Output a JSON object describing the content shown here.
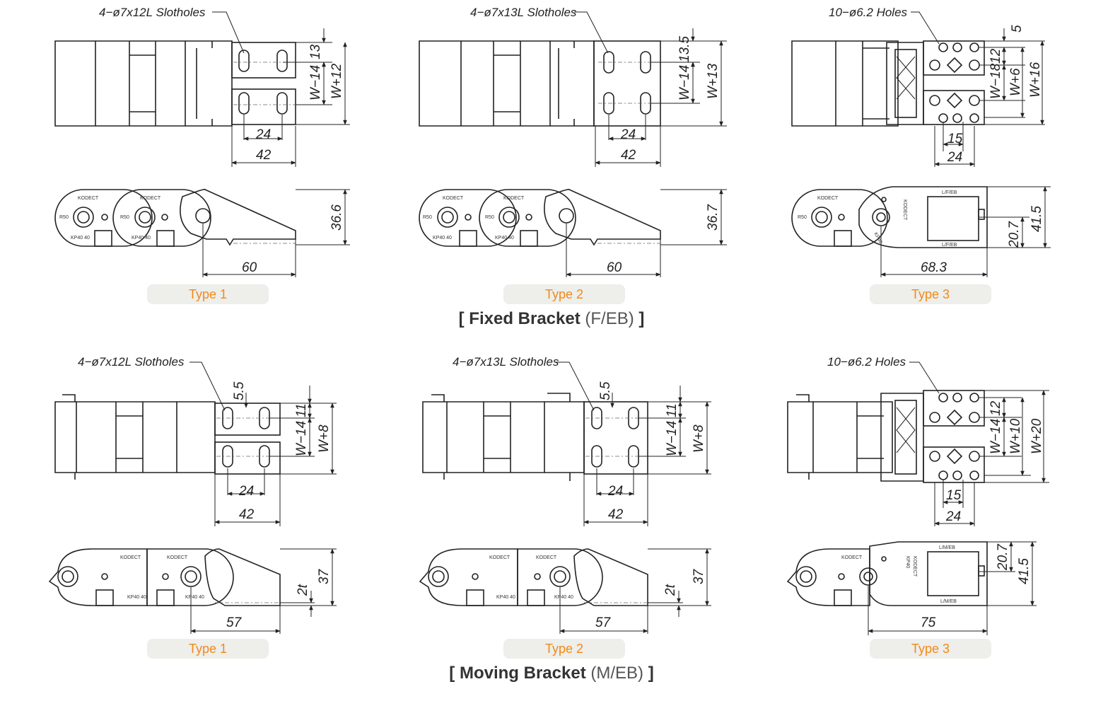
{
  "sections": {
    "fixed": {
      "bracket_label": "Fixed Bracket",
      "bracket_code": "(F/EB)"
    },
    "moving": {
      "bracket_label": "Moving Bracket",
      "bracket_code": "(M/EB)"
    }
  },
  "types": {
    "t1": "Type 1",
    "t2": "Type 2",
    "t3": "Type 3"
  },
  "fixed": {
    "t1": {
      "holes": "4−ø7x12L Slotholes",
      "d13": "13",
      "dw14": "W−14",
      "dw12": "W+12",
      "d24": "24",
      "d42": "42",
      "h": "36.6",
      "len": "60"
    },
    "t2": {
      "holes": "4−ø7x13L Slotholes",
      "d135": "13.5",
      "dw14": "W−14",
      "dw13": "W+13",
      "d24": "24",
      "d42": "42",
      "h": "36.7",
      "len": "60"
    },
    "t3": {
      "holes": "10−ø6.2 Holes",
      "d5": "5",
      "d12": "12",
      "dw18": "W−18",
      "dw6": "W+6",
      "dw16": "W+16",
      "d15": "15",
      "d24": "24",
      "h": "41.5",
      "h2": "20.7",
      "len": "68.3",
      "tag_top": "L/F/EB",
      "tag_bot": "L/F/EB",
      "model": "KP40",
      "brand": "KODECT"
    }
  },
  "moving": {
    "t1": {
      "holes": "4−ø7x12L Slotholes",
      "d55": "5.5",
      "d11": "11",
      "dw14": "W−14",
      "dw8": "W+8",
      "d24": "24",
      "d42": "42",
      "h": "37",
      "t": "2t",
      "len": "57"
    },
    "t2": {
      "holes": "4−ø7x13L Slotholes",
      "d55": "5.5",
      "d11": "11",
      "dw14": "W−14",
      "dw8": "W+8",
      "d24": "24",
      "d42": "42",
      "h": "37",
      "t": "2t",
      "len": "57"
    },
    "t3": {
      "holes": "10−ø6.2 Holes",
      "d12": "12",
      "dw14": "W−14",
      "dw10": "W+10",
      "dw20": "W+20",
      "d15": "15",
      "d24": "24",
      "h": "41.5",
      "h2": "20.7",
      "len": "75",
      "tag_top": "L/M/EB",
      "tag_bot": "L/M/EB",
      "model": "KP40",
      "brand": "KODECT"
    }
  },
  "link_marks": {
    "r50": "R50",
    "kp": "KP40 40",
    "brand": "KODECT"
  }
}
